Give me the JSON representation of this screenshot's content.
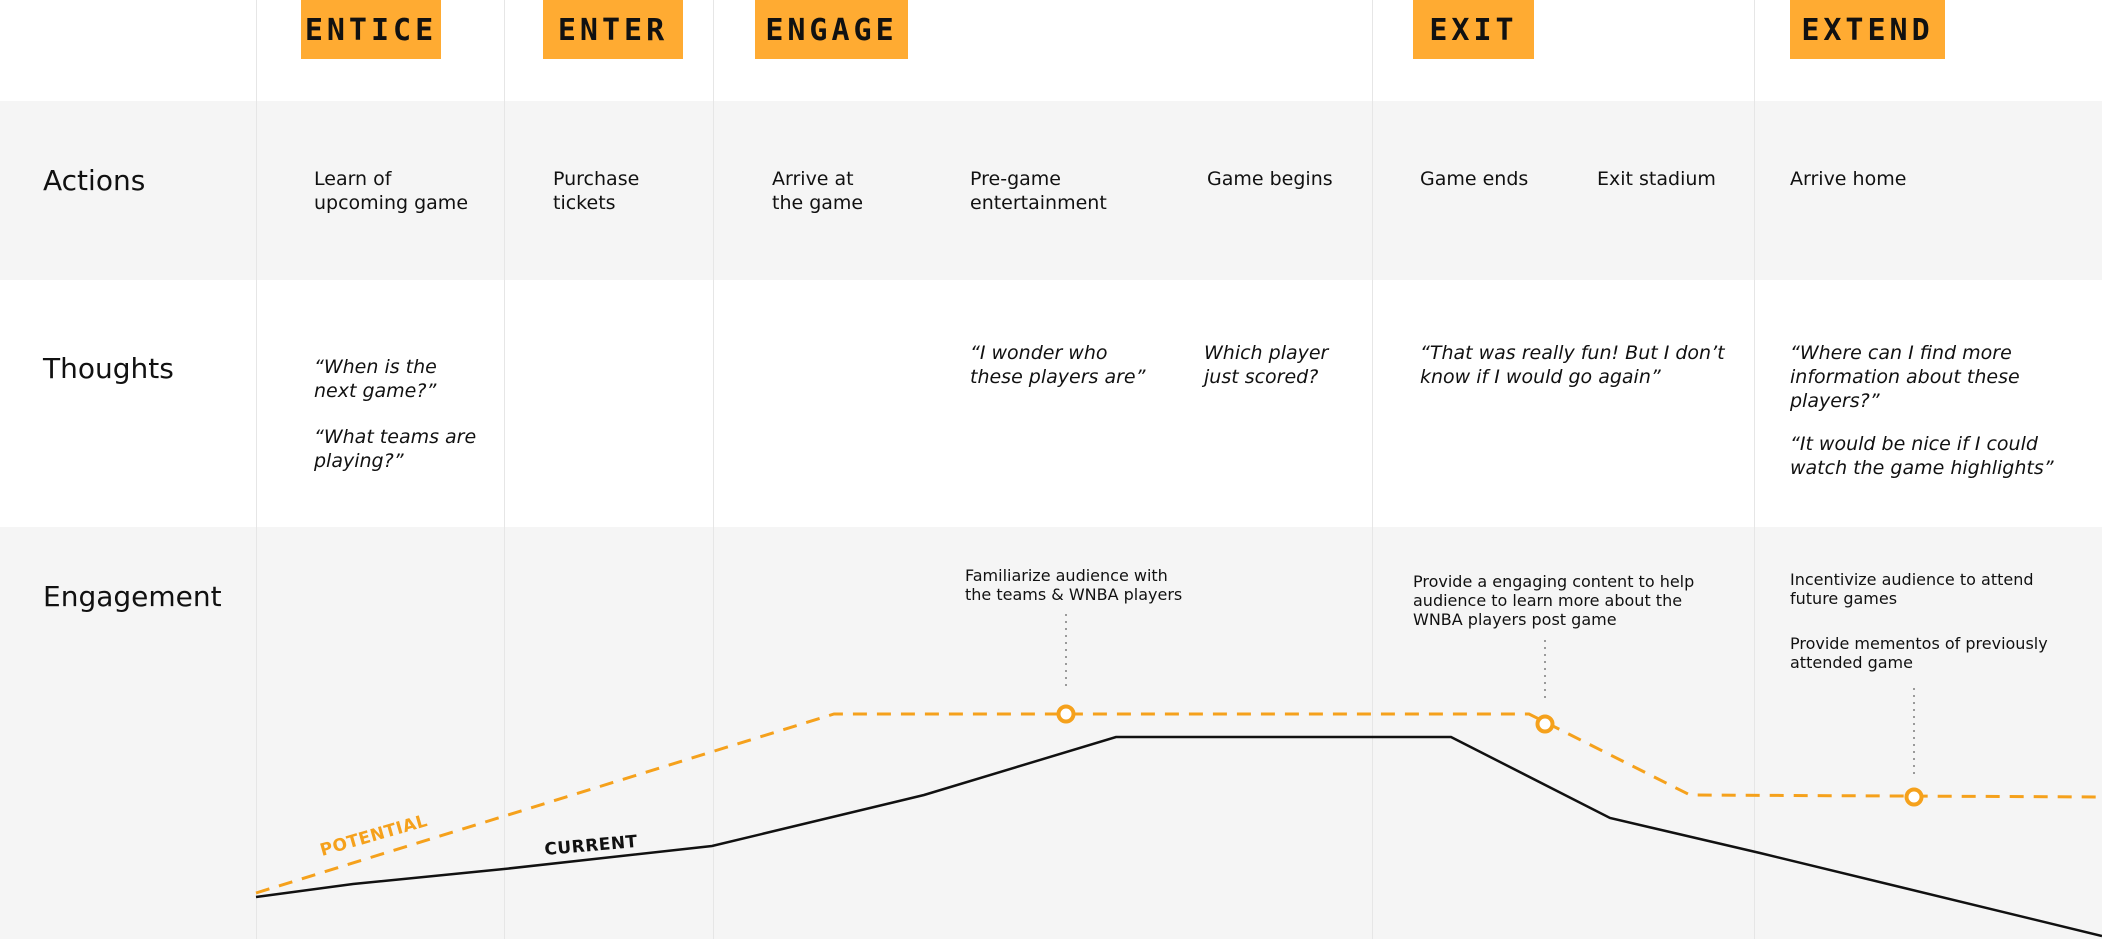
{
  "stages": [
    {
      "label": "ENTICE"
    },
    {
      "label": "ENTER"
    },
    {
      "label": "ENGAGE"
    },
    {
      "label": "EXIT"
    },
    {
      "label": "EXTEND"
    }
  ],
  "rows": {
    "actions": "Actions",
    "thoughts": "Thoughts",
    "engagement": "Engagement"
  },
  "actions": [
    "Learn of\nupcoming game",
    "Purchase\ntickets",
    "Arrive at\nthe game",
    "Pre-game\nentertainment",
    "Game begins",
    "Game ends",
    "Exit stadium",
    "Arrive home"
  ],
  "thoughts": [
    "“When is the\nnext game?”",
    "“What teams are\nplaying?”",
    "“I wonder who\nthese players are”",
    "Which player\njust scored?",
    "“That was really fun! But I don’t\nknow if I would go again”",
    "“Where can I find more\ninformation about these\nplayers?”",
    "“It would be nice if I could\nwatch the game highlights”"
  ],
  "opportunities": [
    "Familiarize audience with\nthe teams & WNBA players",
    "Provide a engaging content to help\naudience to learn more about the\nWNBA players post game",
    "Incentivize audience to attend\nfuture games",
    "Provide mementos of previously\nattended game"
  ],
  "chart_data": {
    "type": "line",
    "series": [
      {
        "name": "POTENTIAL",
        "style": "dashed",
        "color": "#f5a11c",
        "values": [
          0.06,
          0.52,
          0.52,
          0.52,
          0.33,
          0.33
        ]
      },
      {
        "name": "CURRENT",
        "style": "solid",
        "color": "#111111",
        "values": [
          0.05,
          0.22,
          0.47,
          0.47,
          0.25,
          0.0
        ]
      }
    ],
    "highlights": [
      "Familiarize audience with the teams & WNBA players",
      "Provide a engaging content to help audience to learn more about the WNBA players post game",
      "Incentivize audience to attend future games / Provide mementos of previously attended game"
    ]
  },
  "colors": {
    "accent": "#ffab32",
    "potential": "#f5a11c",
    "current": "#111111",
    "band": "#f5f5f5"
  }
}
